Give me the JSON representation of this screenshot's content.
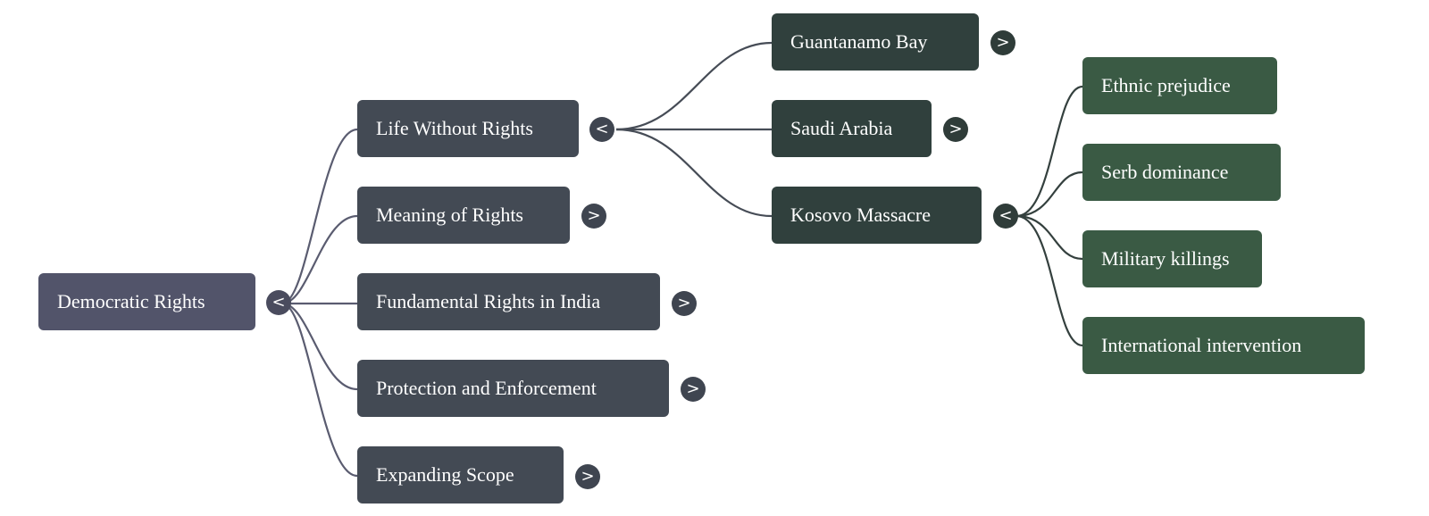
{
  "mindmap": {
    "root": {
      "label": "Democratic Rights",
      "toggle": "<",
      "children": [
        {
          "label": "Life Without Rights",
          "toggle": "<",
          "children": [
            {
              "label": "Guantanamo Bay",
              "toggle": ">"
            },
            {
              "label": "Saudi Arabia",
              "toggle": ">"
            },
            {
              "label": "Kosovo Massacre",
              "toggle": "<",
              "children": [
                {
                  "label": "Ethnic prejudice"
                },
                {
                  "label": "Serb dominance"
                },
                {
                  "label": "Military killings"
                },
                {
                  "label": "International intervention"
                }
              ]
            }
          ]
        },
        {
          "label": "Meaning of Rights",
          "toggle": ">"
        },
        {
          "label": "Fundamental Rights in India",
          "toggle": ">"
        },
        {
          "label": "Protection and Enforcement",
          "toggle": ">"
        },
        {
          "label": "Expanding Scope",
          "toggle": ">"
        }
      ]
    }
  },
  "colors": {
    "root_node": "#52546a",
    "level1_node": "#434a54",
    "level2_node": "#30403d",
    "level3_node": "#3a5a44",
    "edge_root": "#5a5c70",
    "edge_level1": "#464c56",
    "edge_level2": "#34403e"
  }
}
